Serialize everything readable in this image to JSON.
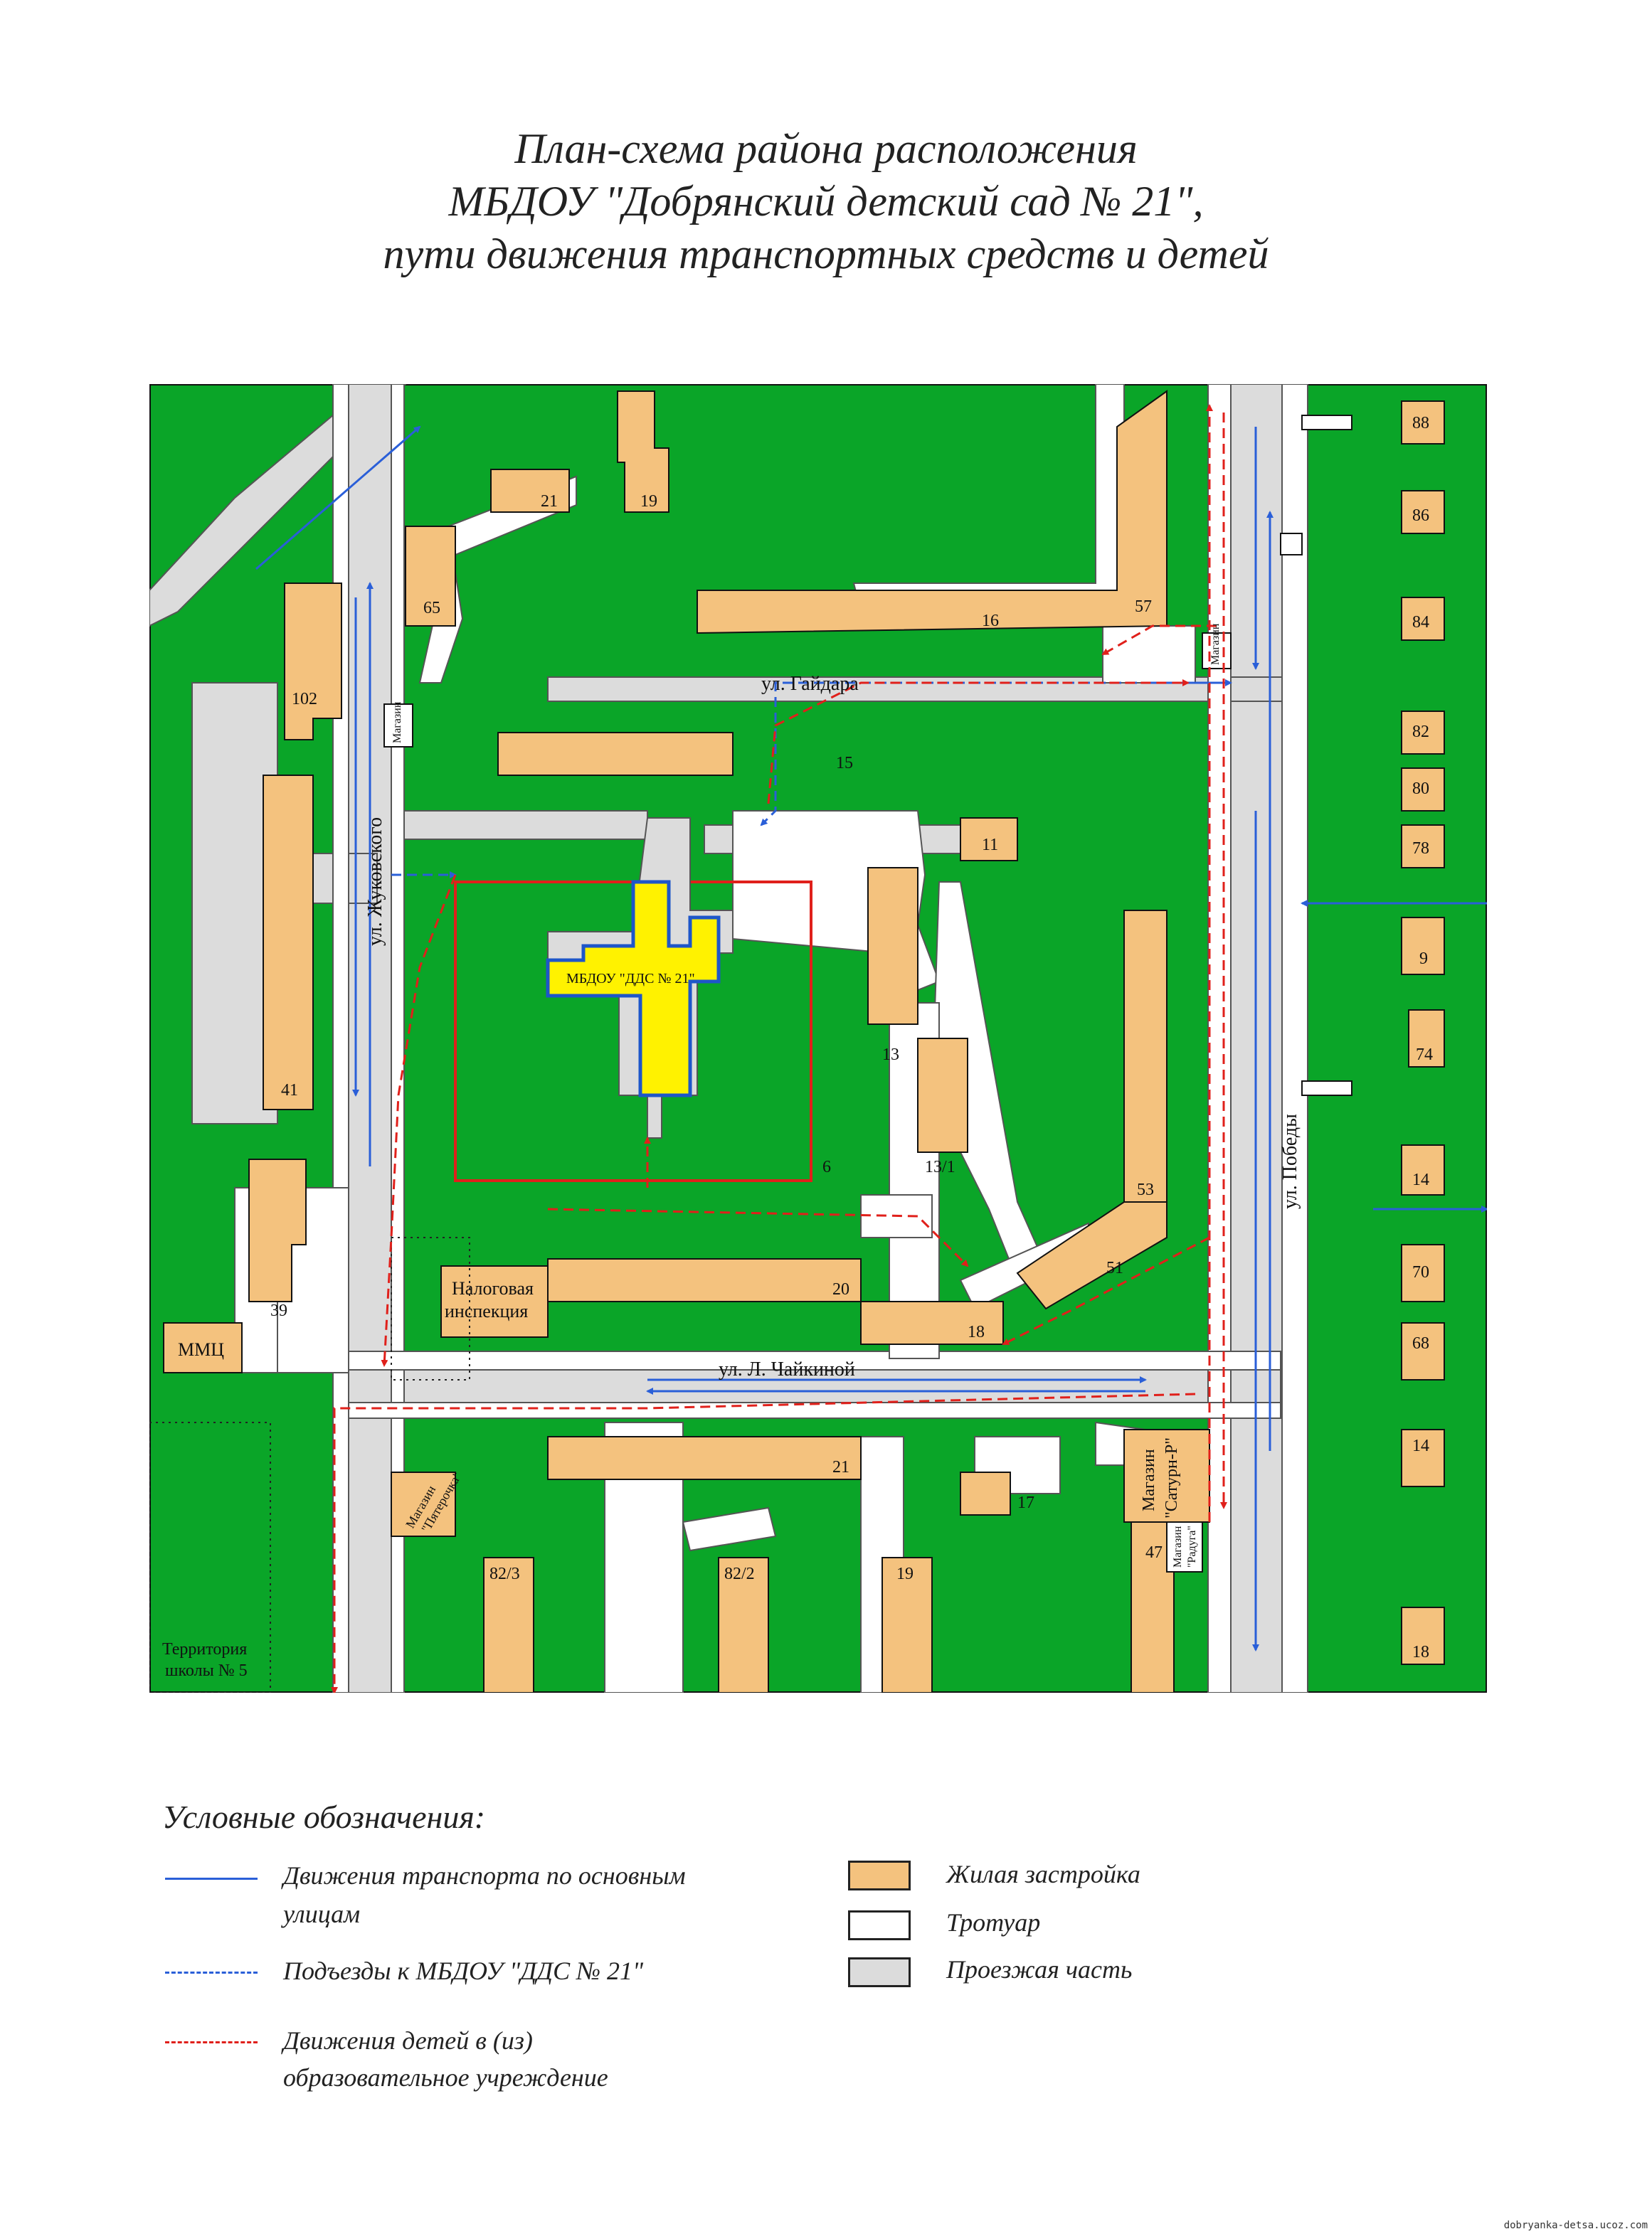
{
  "title": {
    "line1": "План-схема района расположения",
    "line2": "МБДОУ \"Добрянский детский сад № 21\",",
    "line3": "пути движения транспортных средств и детей"
  },
  "colors": {
    "green": "#0aa528",
    "residential": "#f4c27e",
    "target": "#fff200",
    "target_border": "#1e56c9",
    "road": "#dcdcdc",
    "sidewalk": "#ffffff",
    "transport": "#2a5fd8",
    "children": "#e0201b"
  },
  "streets": {
    "gaidara": "ул. Гайдара",
    "zhukovskogo": "ул. Жуковского",
    "chaikinoi": "ул. Л. Чайкиной",
    "pobedy": "ул. Победы"
  },
  "target": {
    "label": "МБДОУ \"ДДС № 21\""
  },
  "buildings": {
    "b21_top": "21",
    "b19_top": "19",
    "b65": "65",
    "b57": "57",
    "b16": "16",
    "b88": "88",
    "b86": "86",
    "b84": "84",
    "b102": "102",
    "b15": "15",
    "b82": "82",
    "b80": "80",
    "b78": "78",
    "b11": "11",
    "b9": "9",
    "b74": "74",
    "b41": "41",
    "b13": "13",
    "b13_1": "13/1",
    "b6": "6",
    "b53": "53",
    "b14_a": "14",
    "b51": "51",
    "b70": "70",
    "b39": "39",
    "b20": "20",
    "b18_mid": "18",
    "b68": "68",
    "b14_b": "14",
    "b21_low": "21",
    "b17": "17",
    "b47": "47",
    "b82_3": "82/3",
    "b82_2": "82/2",
    "b19_low": "19",
    "b18_low": "18"
  },
  "places": {
    "mmc": "ММЦ",
    "tax_line1": "Налоговая",
    "tax_line2": "инспекция",
    "shop_gaidara": "Магазин",
    "shop_corner": "Магазин",
    "pyaterochka_line1": "Магазин",
    "pyaterochka_line2": "\"Пятерочка\"",
    "saturn_line1": "Магазин",
    "saturn_line2": "\"Сатурн-Р\"",
    "raduga_line1": "Магазин",
    "raduga_line2": "\"Радуга\"",
    "school_line1": "Территория",
    "school_line2": "школы № 5"
  },
  "legend": {
    "title": "Условные обозначения:",
    "transport_line1": "Движения транспорта  по основным",
    "transport_line2": "улицам",
    "approach": "Подъезды к МБДОУ \"ДДС № 21\"",
    "children_line1": "Движения детей в (из)",
    "children_line2": "образовательное учреждение",
    "residential": "Жилая застройка",
    "sidewalk": "Тротуар",
    "roadway": "Проезжая часть"
  },
  "watermark": "dobryanka-detsa.ucoz.com"
}
